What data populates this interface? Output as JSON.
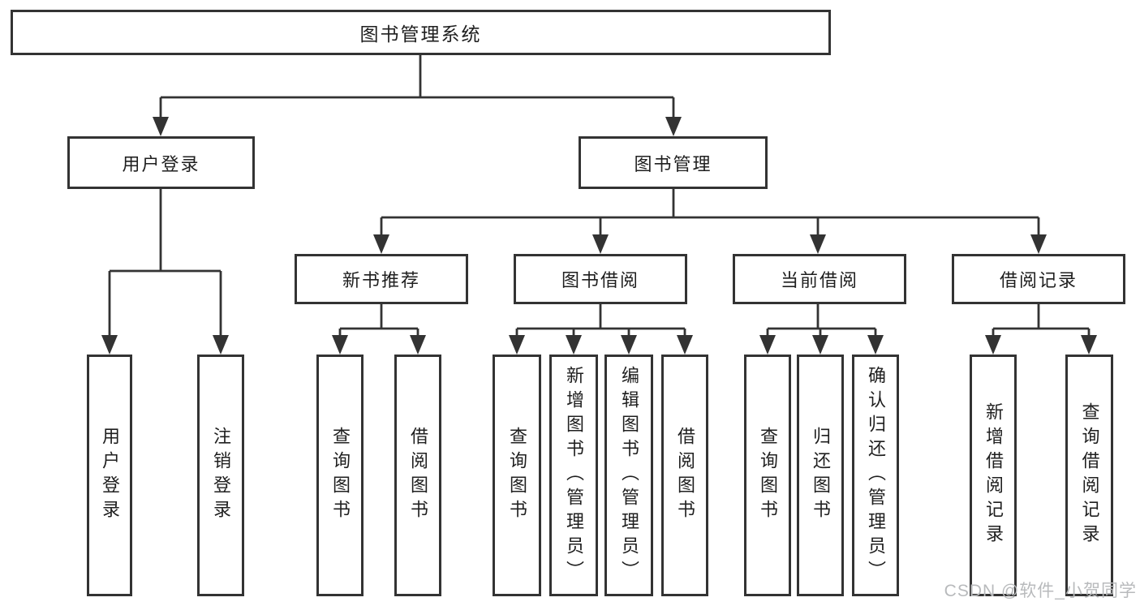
{
  "diagram": {
    "root": {
      "label": "图书管理系统"
    },
    "branches": [
      {
        "label": "用户登录",
        "children": [
          {
            "label": "用户登录"
          },
          {
            "label": "注销登录"
          }
        ]
      },
      {
        "label": "图书管理",
        "children": [
          {
            "label": "新书推荐",
            "children": [
              {
                "label": "查询图书"
              },
              {
                "label": "借阅图书"
              }
            ]
          },
          {
            "label": "图书借阅",
            "children": [
              {
                "label": "查询图书"
              },
              {
                "label": "新增图书（管理员）"
              },
              {
                "label": "编辑图书（管理员）"
              },
              {
                "label": "借阅图书"
              }
            ]
          },
          {
            "label": "当前借阅",
            "children": [
              {
                "label": "查询图书"
              },
              {
                "label": "归还图书"
              },
              {
                "label": "确认归还（管理员）"
              }
            ]
          },
          {
            "label": "借阅记录",
            "children": [
              {
                "label": "新增借阅记录"
              },
              {
                "label": "查询借阅记录"
              }
            ]
          }
        ]
      }
    ]
  },
  "watermark": {
    "text": "CSDN @软件_小贺同学",
    "color": "#b8babc"
  },
  "colors": {
    "line": "#333333",
    "text": "#1f1f1f",
    "background": "#ffffff"
  }
}
